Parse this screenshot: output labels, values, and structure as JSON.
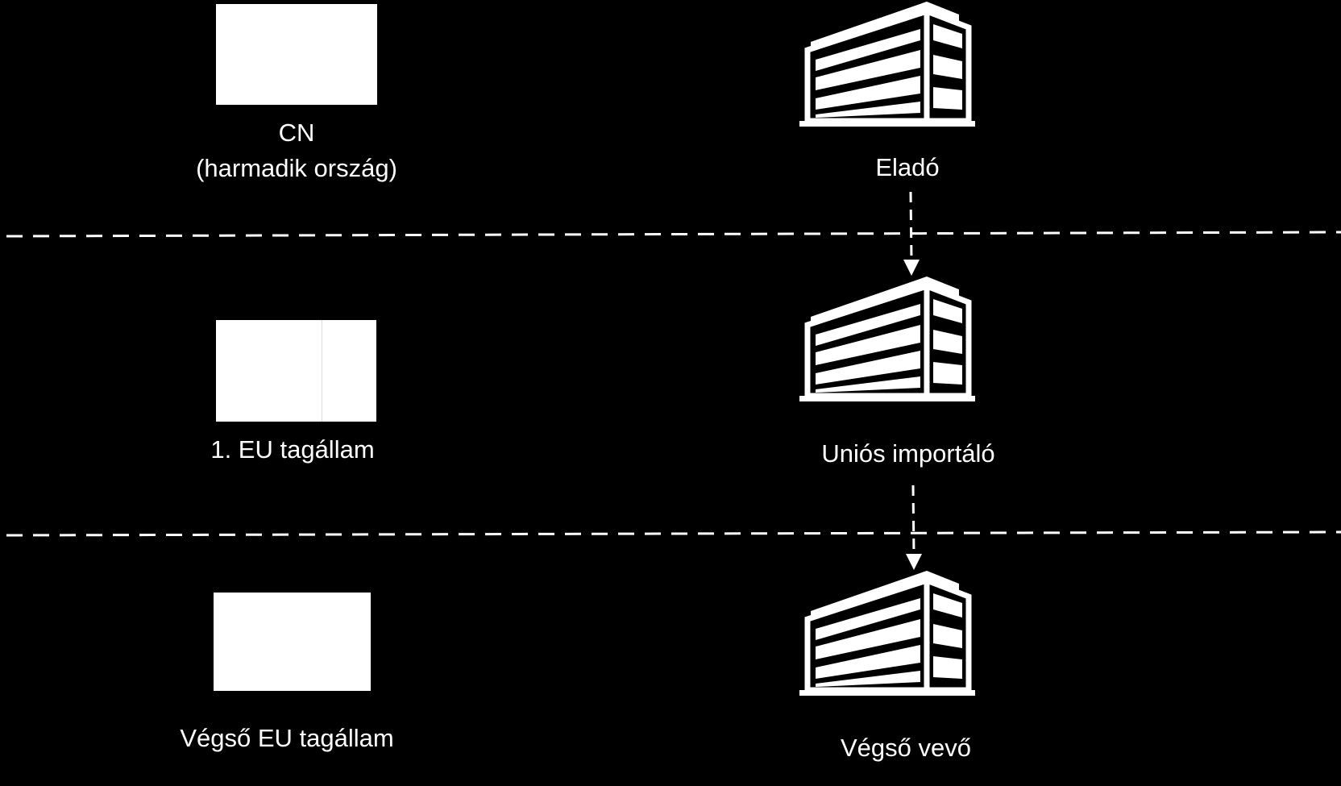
{
  "colors": {
    "background": "#000000",
    "foreground": "#ffffff"
  },
  "icons": {
    "building": "building-icon",
    "flag": "flag-icon"
  },
  "countries": [
    {
      "line1": "CN",
      "line2": "(harmadik ország)"
    },
    {
      "line1": "1. EU tagállam"
    },
    {
      "line1": "Végső EU tagállam"
    }
  ],
  "parties": [
    {
      "label": "Eladó"
    },
    {
      "label": "Uniós importáló"
    },
    {
      "label": "Végső vevő"
    }
  ]
}
